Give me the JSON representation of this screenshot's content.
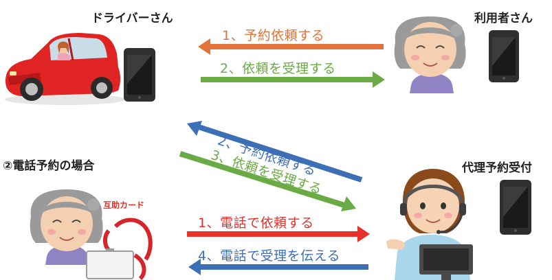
{
  "labels": {
    "driver": "ドライバーさん",
    "user": "利用者さん",
    "phone_case": "②電話予約の場合",
    "proxy": "代理予約受付",
    "card": "互助カード"
  },
  "arrows": {
    "a1": "1、予約依頼する",
    "a2": "2、依頼を受理する",
    "a3": "2、予約依頼する",
    "a4": "3、依頼を受理する",
    "a5": "1、電話で依頼する",
    "a6": "4、電話で受理を伝える"
  },
  "colors": {
    "orange": "#e2733a",
    "green": "#6aab45",
    "blue": "#3d6fb6",
    "red": "#e8312a"
  },
  "icons": [
    "car-icon",
    "smartphone-icon",
    "elderly-woman-icon",
    "operator-icon",
    "id-card-icon",
    "computer-monitor-icon"
  ]
}
